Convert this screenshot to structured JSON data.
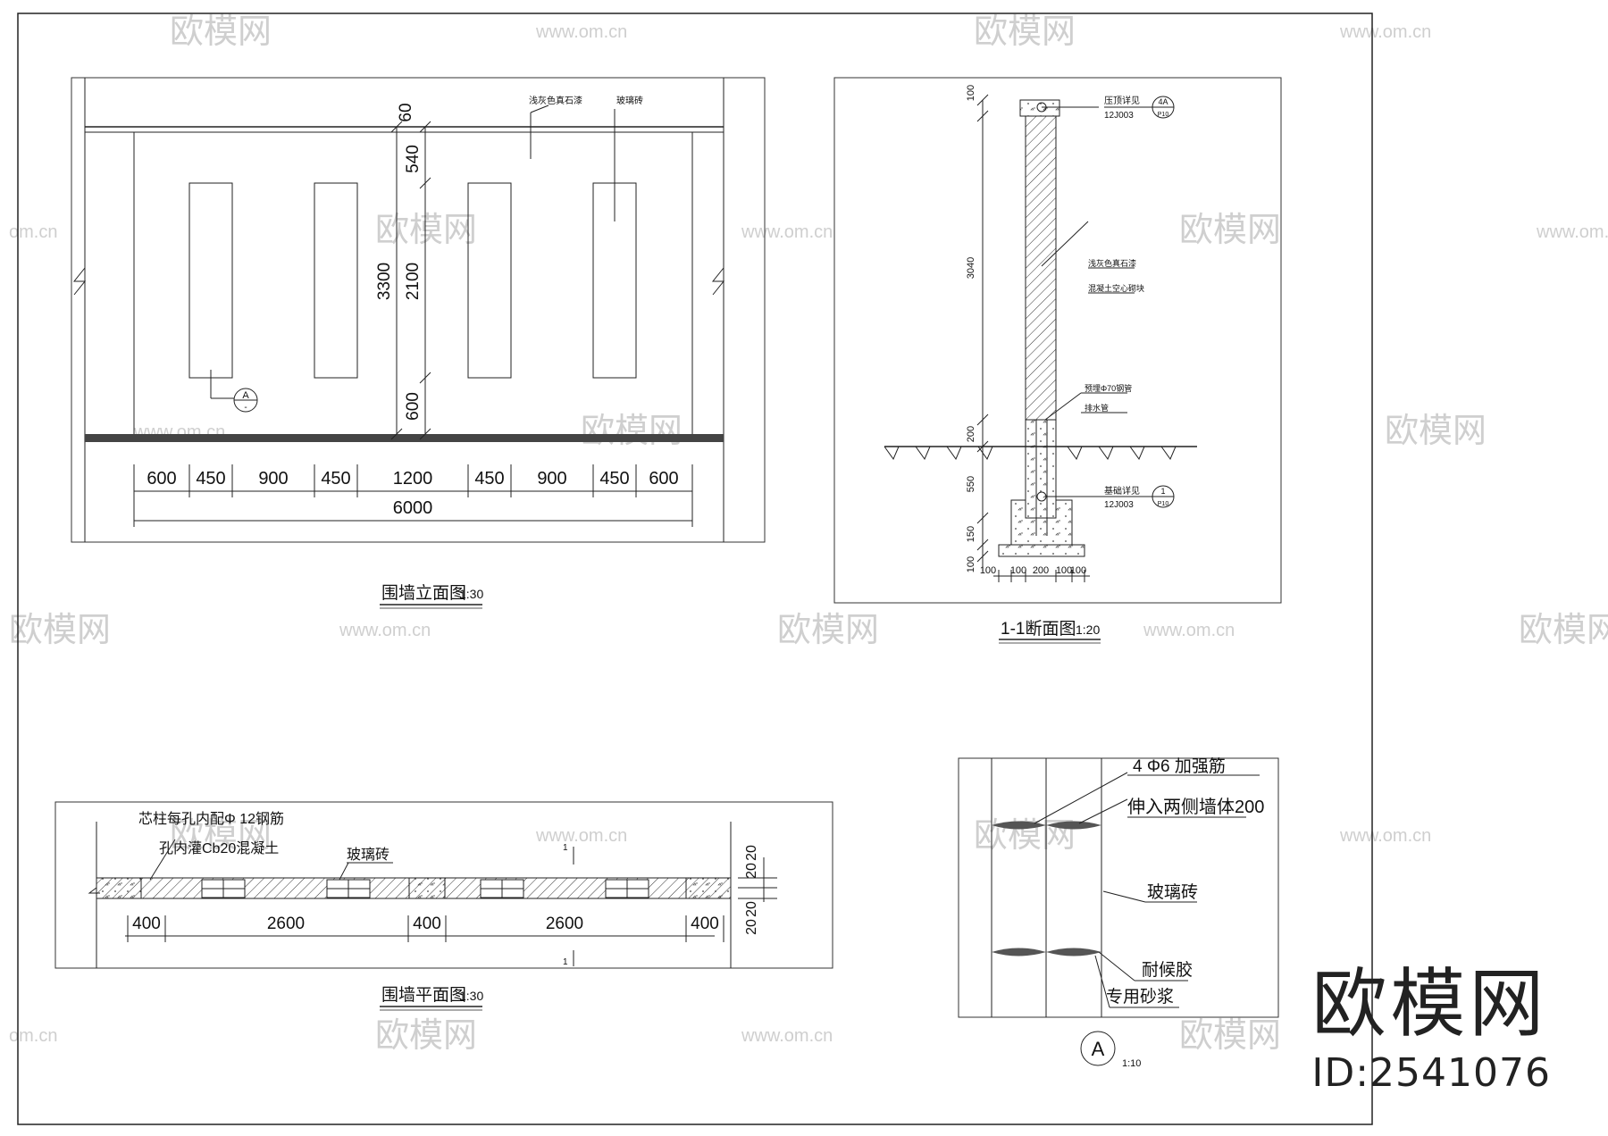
{
  "watermark": {
    "logo_text": "欧模网",
    "url_text": "www.om.cn",
    "url_short": "om.cn"
  },
  "brand": {
    "name": "欧模网",
    "id_text": "ID:2541076"
  },
  "elevation": {
    "title": "围墙立面图",
    "scale": "1:30",
    "leader_labels": [
      "浅灰色真石漆",
      "玻璃砖"
    ],
    "vertical_dims": [
      "60",
      "540",
      "2100",
      "600",
      "3300"
    ],
    "horizontal_dims": [
      "600",
      "450",
      "900",
      "450",
      "1200",
      "450",
      "900",
      "450",
      "600"
    ],
    "total_dim": "6000",
    "detail_marker": {
      "letter": "A",
      "ref": "-"
    }
  },
  "section": {
    "title": "1-1断面图",
    "scale": "1:20",
    "vertical_dims": [
      "100",
      "3040",
      "200",
      "550",
      "150",
      "100"
    ],
    "bottom_dims": [
      "100",
      "100",
      "200",
      "100",
      "100"
    ],
    "labels": {
      "top": "压顶详见",
      "top_code": "12J003",
      "top_ref_num": "4A",
      "top_ref_page": "P10",
      "finish": "浅灰色真石漆",
      "block": "混凝土空心砌块",
      "pipe1": "预埋Φ70钢管",
      "pipe2": "排水管",
      "base": "基础详见",
      "base_code": "12J003",
      "base_ref_num": "1",
      "base_ref_page": "P10"
    }
  },
  "plan": {
    "title": "围墙平面图",
    "scale": "1:30",
    "note1": "芯柱每孔内配Φ 12钢筋",
    "note2": "孔内灌Cb20混凝土",
    "label": "玻璃砖",
    "cut_mark": "1",
    "dims": [
      "400",
      "2600",
      "400",
      "2600",
      "400"
    ],
    "side_dims": [
      "20",
      "20",
      "20",
      "20"
    ]
  },
  "detail": {
    "labels": [
      "4 Φ6 加强筋",
      "伸入两侧墙体200",
      "玻璃砖",
      "耐候胶",
      "专用砂浆"
    ],
    "marker": "A",
    "scale": "1:10"
  }
}
